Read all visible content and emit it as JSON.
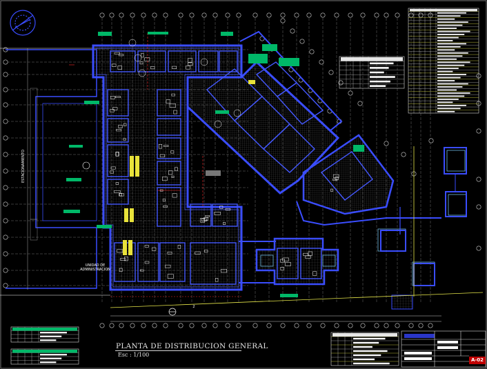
{
  "drawing": {
    "title": "PLANTA DE DISTRIBUCION GENERAL",
    "scale": "Esc : 1/100",
    "sheet_number": "A-02",
    "labels": {
      "admin_unit": "UNIDAD DE\nADMINISTRACION",
      "parking_vertical": "ESTACIONAMIENTO",
      "north_point_section": "2"
    }
  },
  "colors": {
    "background": "#000000",
    "walls": "#3a4dff",
    "grid": "#5a5a5a",
    "axis_lines": "#9a9a9a",
    "furniture": "#ffffff",
    "dimensions_red": "#ff2020",
    "green_labels": "#00c070",
    "yellow_lines": "#ffff55",
    "sheet_badge": "#c00000"
  },
  "legends": {
    "top_right_table": "door/window schedule",
    "mid_table": "area legend",
    "bottom_left": "notes",
    "bottom_center": "finishes schedule",
    "title_block": "title block"
  }
}
